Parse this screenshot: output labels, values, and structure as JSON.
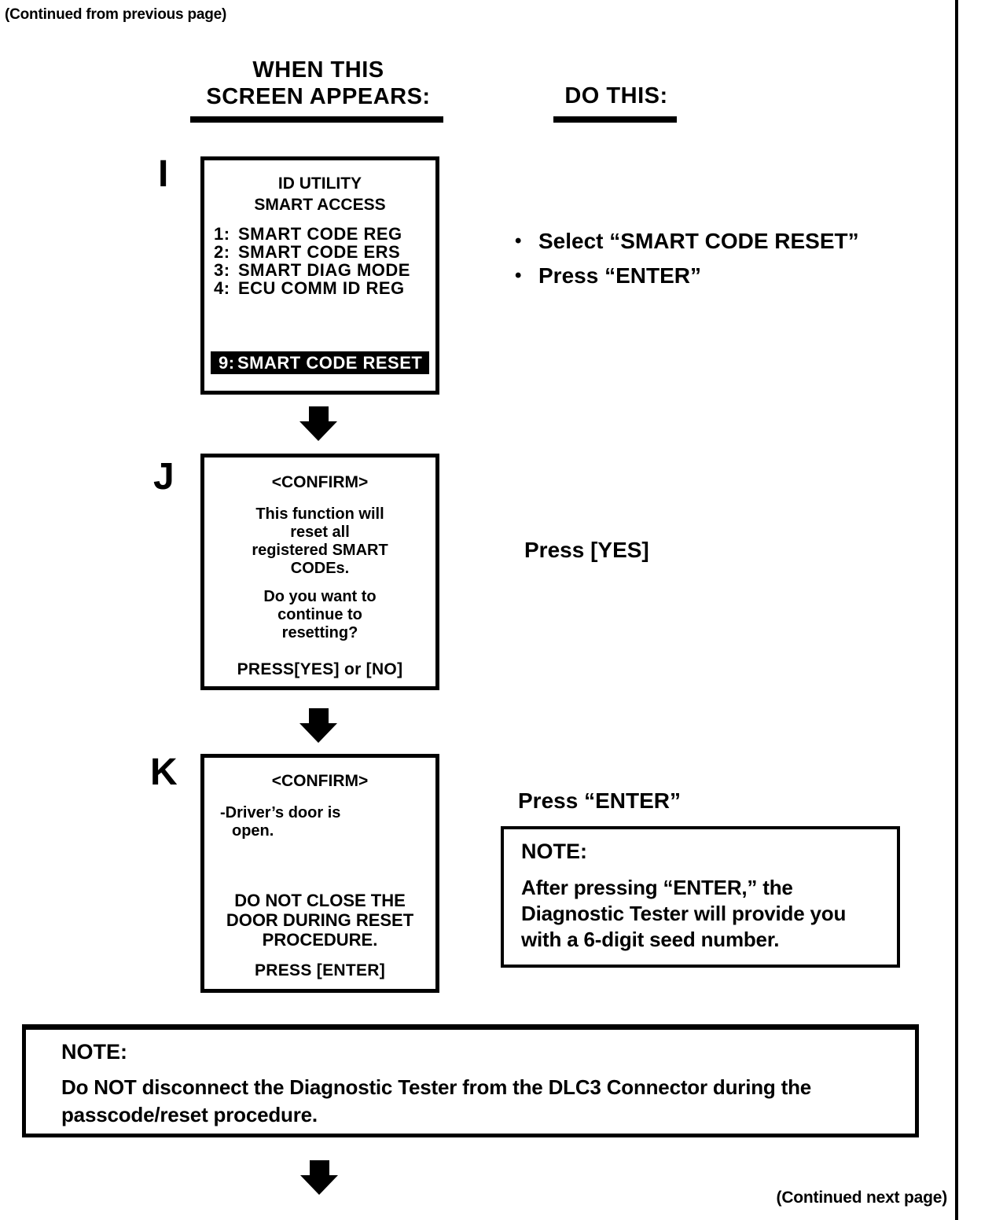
{
  "page": {
    "continued_from": "(Continued from previous page)",
    "continued_next": "(Continued next page)",
    "bullet": "•",
    "ink_color": "#000000",
    "paper_color": "#ffffff"
  },
  "headers": {
    "left_line1": "WHEN THIS",
    "left_line2": "SCREEN APPEARS:",
    "right": "DO THIS:"
  },
  "step_i": {
    "letter": "I",
    "screen": {
      "title1": "ID UTILITY",
      "title2": "SMART ACCESS",
      "menu": [
        {
          "num": "1:",
          "label": "SMART CODE REG"
        },
        {
          "num": "2:",
          "label": "SMART CODE ERS"
        },
        {
          "num": "3:",
          "label": "SMART DIAG MODE"
        },
        {
          "num": "4:",
          "label": "ECU COMM ID REG"
        }
      ],
      "highlight": {
        "num": "9:",
        "label": "SMART CODE RESET"
      }
    },
    "instructions": [
      "Select “SMART CODE RESET”",
      "Press “ENTER”"
    ]
  },
  "step_j": {
    "letter": "J",
    "screen": {
      "title": "<CONFIRM>",
      "body1": [
        "This function will",
        "reset all",
        "registered SMART",
        "CODEs."
      ],
      "body2": [
        "Do you want to",
        "continue to",
        "resetting?"
      ],
      "footer": "PRESS[YES] or [NO]"
    },
    "instruction": "Press [YES]"
  },
  "step_k": {
    "letter": "K",
    "screen": {
      "title": "<CONFIRM>",
      "left_line1": "-Driver’s door is",
      "left_line2": "open.",
      "warning": [
        "DO NOT CLOSE THE",
        "DOOR DURING RESET",
        "PROCEDURE."
      ],
      "footer": "PRESS [ENTER]"
    },
    "instruction": "Press “ENTER”",
    "note": {
      "label": "NOTE:",
      "lines": [
        "After pressing “ENTER,” the",
        "Diagnostic Tester will provide you",
        "with a 6-digit seed number."
      ]
    }
  },
  "bottom_note": {
    "label": "NOTE:",
    "lines": [
      "Do NOT disconnect the Diagnostic Tester from the DLC3 Connector during the",
      "passcode/reset procedure."
    ]
  }
}
